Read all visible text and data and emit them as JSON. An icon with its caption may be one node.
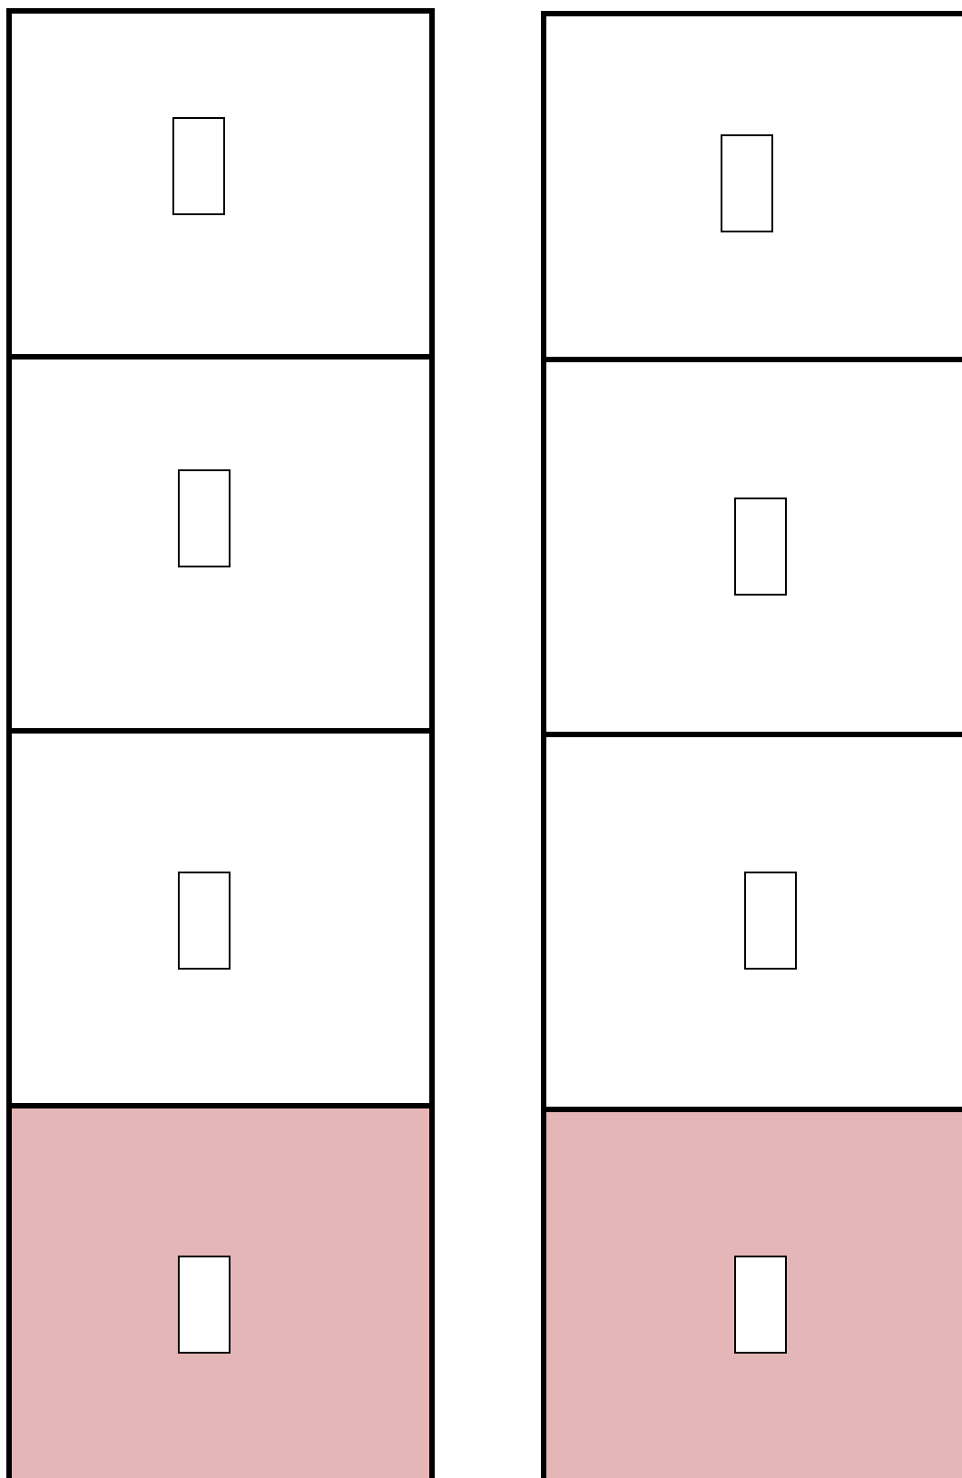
{
  "diagram": {
    "nodes": [
      {
        "text": [],
        "shape": "box"
      },
      {
        "text": [],
        "shape": "box",
        "in": 0
      },
      {
        "text": [],
        "shape": "box"
      },
      {
        "text": [],
        "shape": "box",
        "in": 2
      },
      {
        "text": [],
        "shape": "box"
      },
      {
        "text": [],
        "shape": "box",
        "in": 4
      },
      {
        "text": [],
        "shape": "box"
      },
      {
        "text": [],
        "shape": "box",
        "in": 6
      },
      {
        "text": [],
        "shape": "box"
      },
      {
        "text": [],
        "shape": "box",
        "in": 8
      },
      {
        "text": [],
        "shape": "box"
      },
      {
        "text": [],
        "shape": "box",
        "in": 10
      },
      {
        "text": [],
        "shape": "box"
      },
      {
        "text": [],
        "shape": "box",
        "in": 12
      },
      {
        "text": [],
        "shape": "box"
      },
      {
        "text": [],
        "shape": "box",
        "in": 14
      }
    ]
  }
}
